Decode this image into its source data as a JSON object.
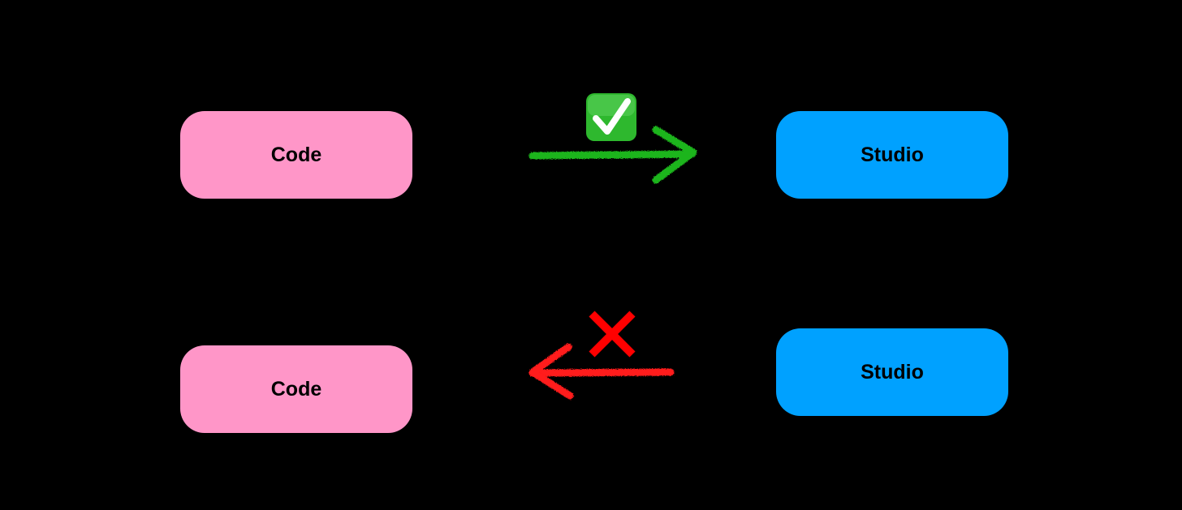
{
  "diagram": {
    "row1": {
      "source_label": "Code",
      "target_label": "Studio",
      "arrow_status_icon": "check-mark-icon"
    },
    "row2": {
      "source_label": "Studio",
      "target_label": "Code",
      "arrow_status_icon": "cross-mark-icon"
    }
  },
  "colors": {
    "code_box": "#ff96c8",
    "studio_box": "#00a1ff",
    "success_arrow": "#1fb51f",
    "success_badge": "#2eb82e",
    "fail_arrow": "#ff1a1a",
    "fail_mark": "#ff0000",
    "background": "#000000"
  }
}
